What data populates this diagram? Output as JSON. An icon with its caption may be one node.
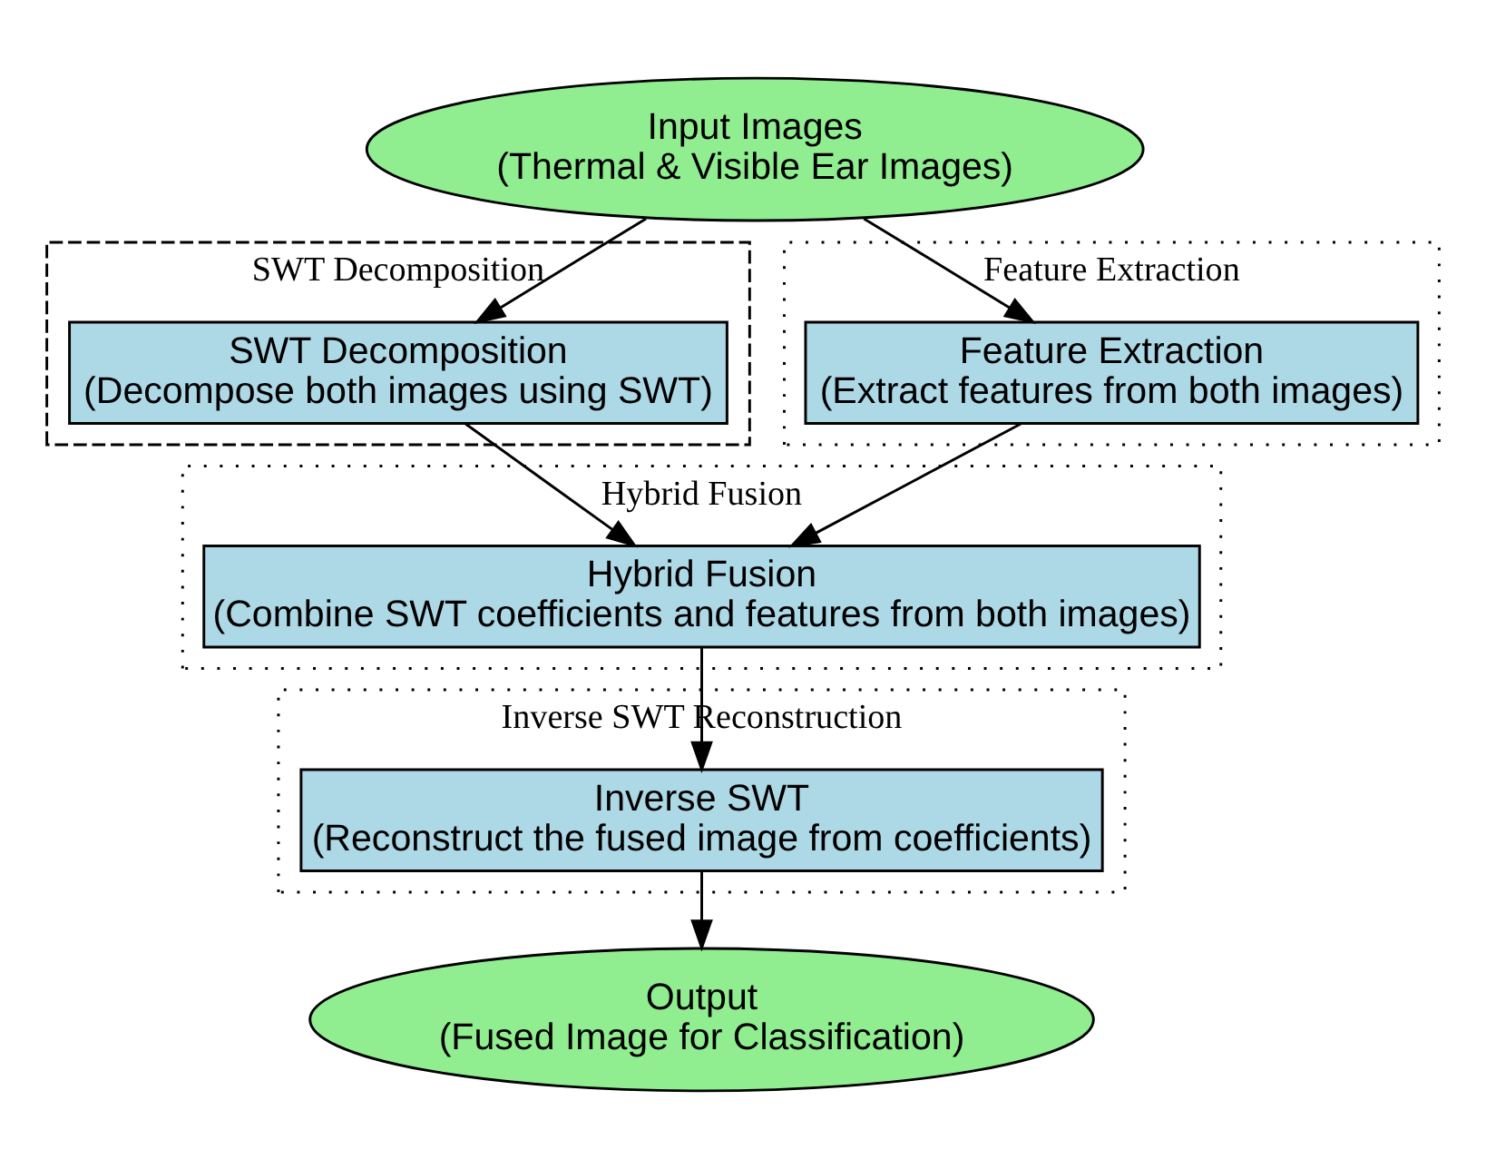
{
  "diagram": {
    "nodes": [
      {
        "text": [
          "Input Images",
          "(Thermal & Visible Ear Images)"
        ]
      },
      {
        "text": [
          "SWT Decomposition"
        ]
      },
      {
        "text": [
          "SWT Decomposition",
          "(Decompose both images using SWT)"
        ],
        "in": 1
      },
      {
        "text": [
          "Feature Extraction"
        ]
      },
      {
        "text": [
          "Feature Extraction",
          "(Extract features from both images)"
        ],
        "in": 3
      },
      {
        "text": [
          "Hybrid Fusion"
        ]
      },
      {
        "text": [
          "Hybrid Fusion",
          "(Combine SWT coefficients and features from both images)"
        ],
        "in": 5
      },
      {
        "text": [
          "Inverse SWT Reconstruction"
        ]
      },
      {
        "text": [
          "Inverse SWT",
          "(Reconstruct the fused image from coefficients)"
        ],
        "in": 7
      },
      {
        "text": [
          "Output",
          "(Fused Image for Classification)"
        ]
      }
    ],
    "edges": [
      {
        "from": 0,
        "to": 2,
        "arrow": "to"
      },
      {
        "from": 0,
        "to": 4,
        "arrow": "to"
      },
      {
        "from": 2,
        "to": 6,
        "arrow": "to"
      },
      {
        "from": 4,
        "to": 6,
        "arrow": "to"
      },
      {
        "from": 6,
        "to": 8,
        "arrow": "to"
      },
      {
        "from": 8,
        "to": 9,
        "arrow": "to"
      }
    ]
  }
}
